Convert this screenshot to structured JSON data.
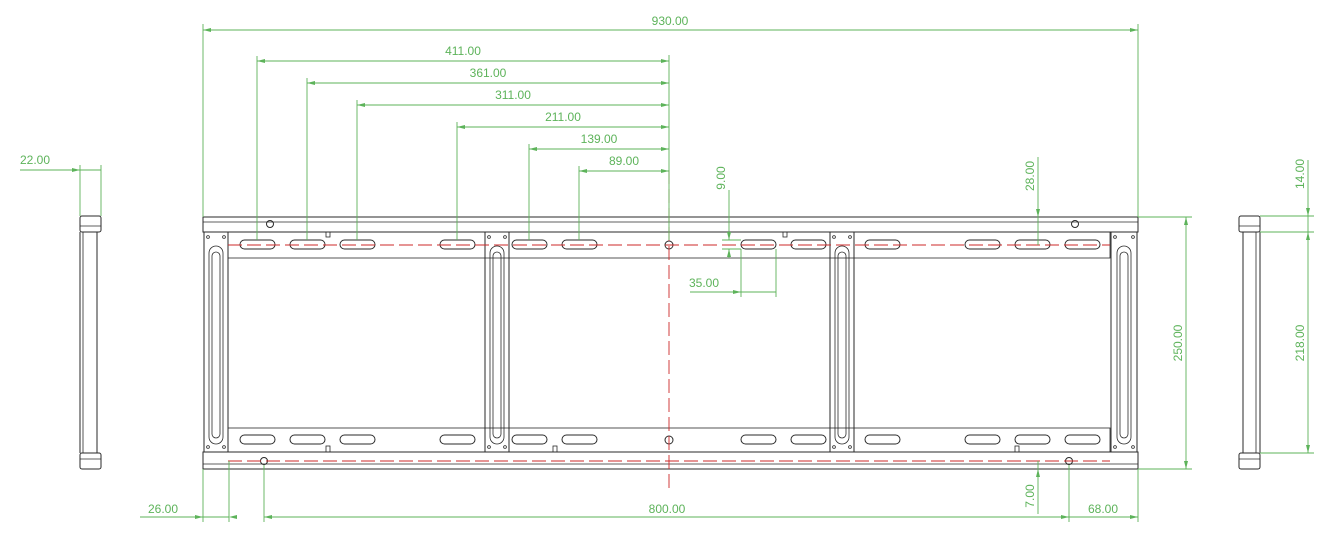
{
  "colors": {
    "dimension": "#5db35a",
    "centerline": "#cc2a2a",
    "outline": "#2a2a2a",
    "background": "#ffffff"
  },
  "dimensions": {
    "overall_width": "930.00",
    "slot_411": "411.00",
    "slot_361": "361.00",
    "slot_311": "311.00",
    "slot_211": "211.00",
    "slot_139": "139.00",
    "slot_89": "89.00",
    "left_view_depth": "22.00",
    "slot_height": "9.00",
    "slot_width": "35.00",
    "top_offset": "28.00",
    "overall_height": "250.00",
    "right_view_top": "14.00",
    "right_view_height": "218.00",
    "left_margin": "26.00",
    "hole_span": "800.00",
    "bottom_offset": "7.00",
    "right_margin": "68.00"
  }
}
